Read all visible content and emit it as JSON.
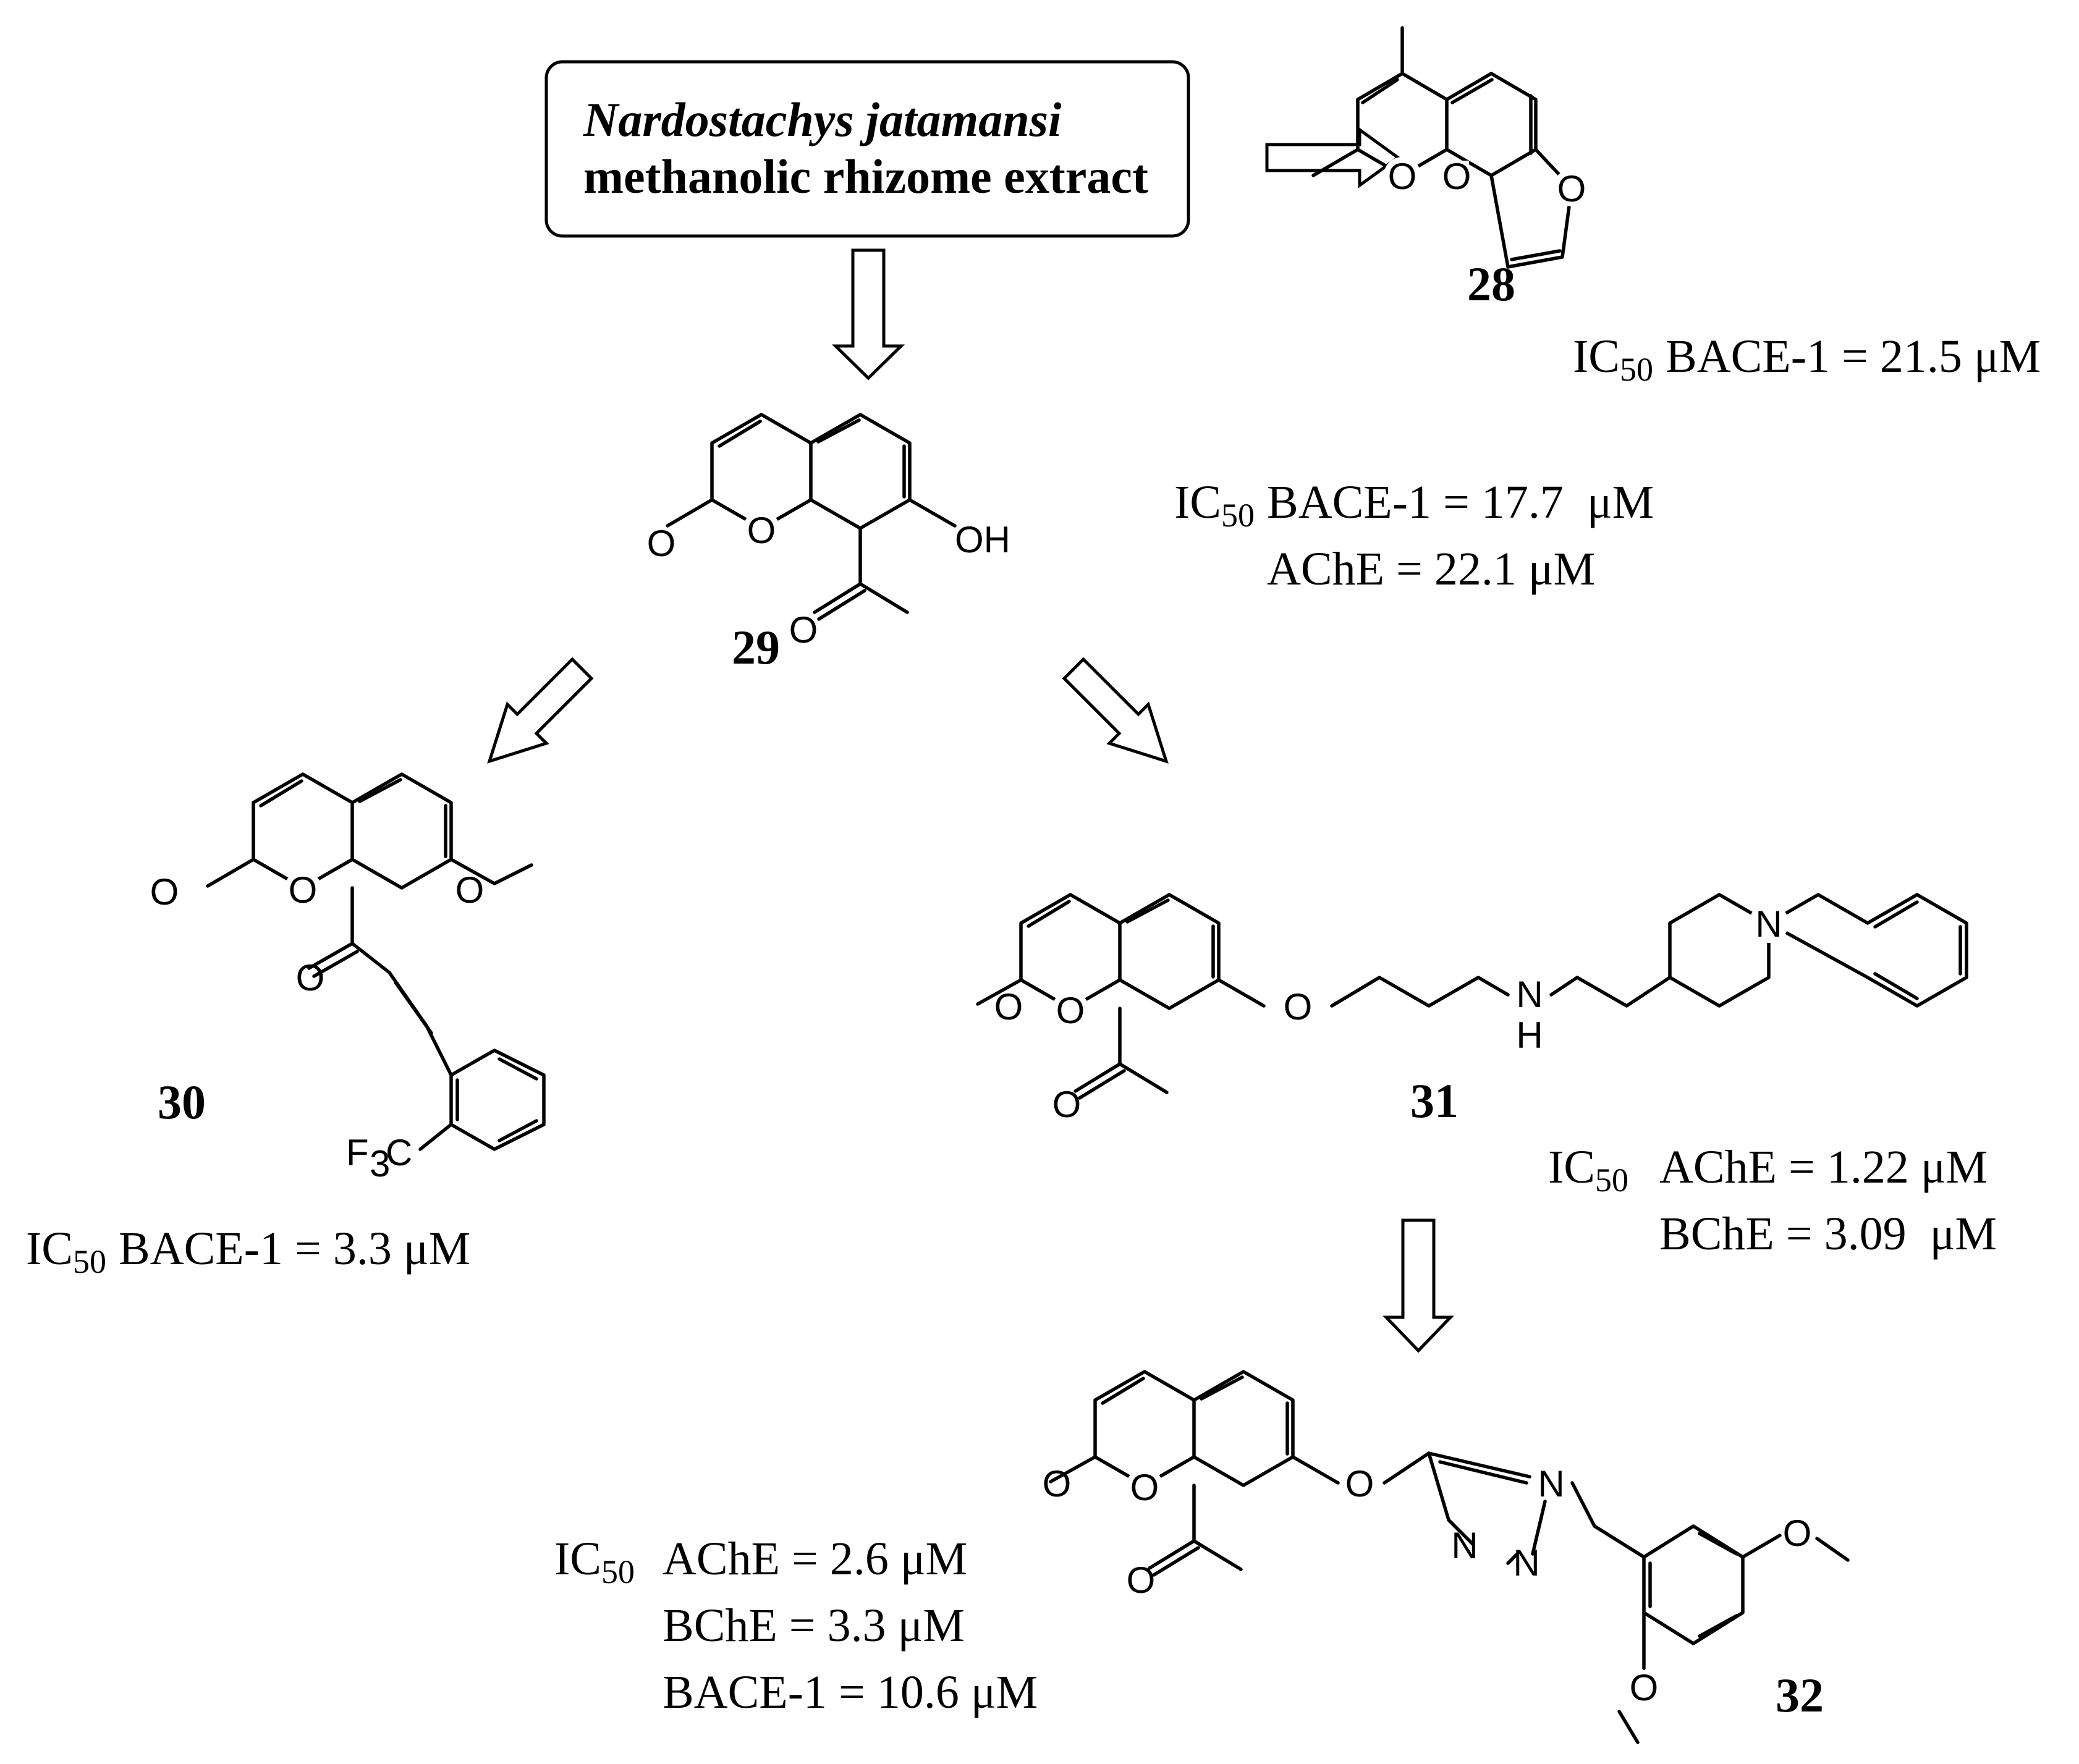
{
  "source_box": {
    "species": "Nardostachys jatamansi",
    "extract": "methanolic  rhizome extract"
  },
  "compounds": [
    {
      "id": "28",
      "lines": [
        {
          "ic50": true,
          "text": "BACE-1 = 21.5 μM"
        }
      ]
    },
    {
      "id": "29",
      "lines": [
        {
          "ic50": true,
          "text": "BACE-1 = 17.7  μM"
        },
        {
          "ic50": false,
          "text": "AChE = 22.1 μM"
        }
      ]
    },
    {
      "id": "30",
      "lines": [
        {
          "ic50": true,
          "text": "BACE-1 = 3.3 μM"
        }
      ]
    },
    {
      "id": "31",
      "lines": [
        {
          "ic50": true,
          "text": "AChE = 1.22 μM"
        },
        {
          "ic50": false,
          "text": "BChE = 3.09  μM"
        }
      ]
    },
    {
      "id": "32",
      "lines": [
        {
          "ic50": true,
          "text": "AChE = 2.6 μM"
        },
        {
          "ic50": false,
          "text": "BChE = 3.3 μM"
        },
        {
          "ic50": false,
          "text": "BACE-1 = 10.6 μM"
        }
      ]
    }
  ],
  "ic50_label": {
    "base": "IC",
    "sub": "50"
  },
  "atoms": {
    "O": "O",
    "OH": "OH",
    "N": "N",
    "H": "H",
    "F": "F",
    "F_sub": "3",
    "C": "C"
  }
}
